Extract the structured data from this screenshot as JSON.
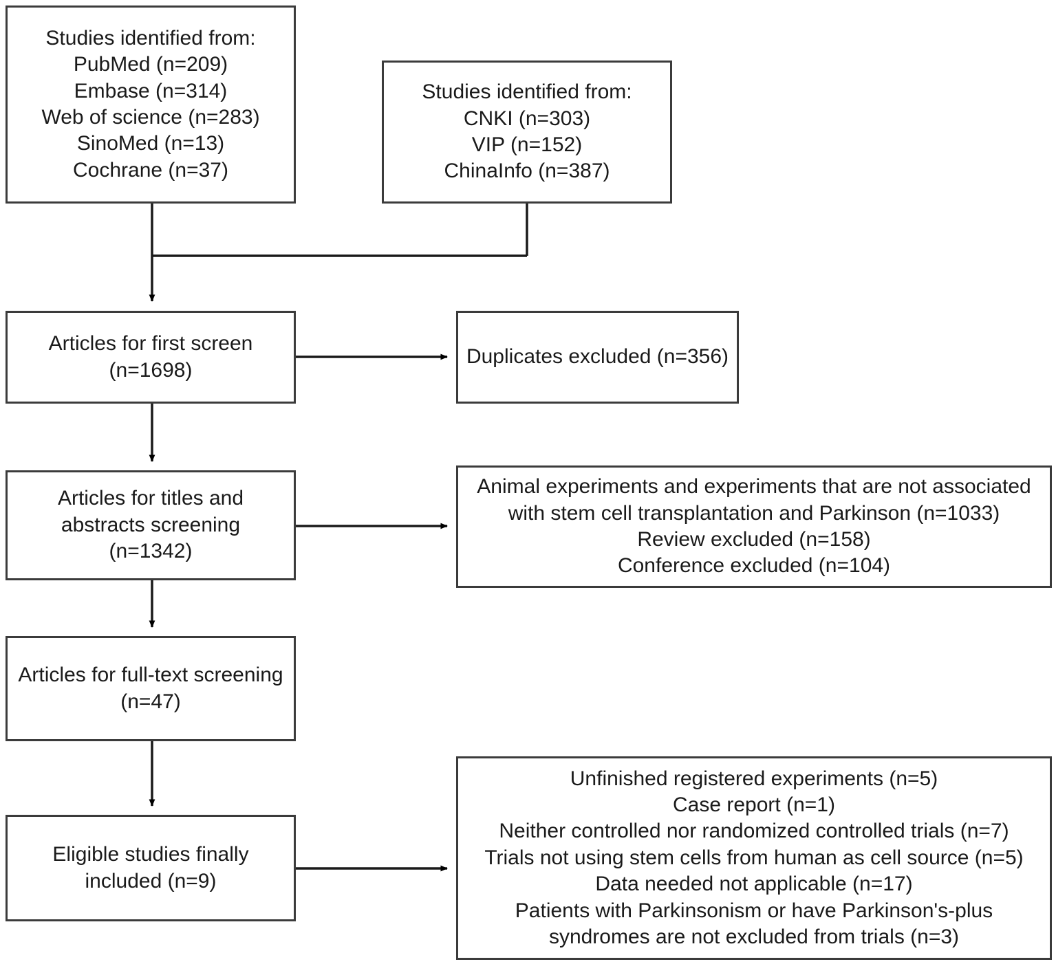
{
  "diagram": {
    "type": "prisma-flow-diagram",
    "colors": {
      "box_border": "#3b3b3b",
      "box_fill": "#ffffff",
      "text": "#1a1a1a",
      "connector": "#000000"
    }
  },
  "boxes": {
    "sources_international": {
      "name": "Studies identified from international databases",
      "header": "Studies identified from:",
      "entries": [
        {
          "source": "PubMed",
          "count": 209,
          "label": "PubMed (n=209)"
        },
        {
          "source": "Embase",
          "count": 314,
          "label": "Embase (n=314)"
        },
        {
          "source": "Web of science",
          "count": 283,
          "label": "Web of science (n=283)"
        },
        {
          "source": "SinoMed",
          "count": 13,
          "label": "SinoMed (n=13)"
        },
        {
          "source": "Cochrane",
          "count": 37,
          "label": "Cochrane (n=37)"
        }
      ],
      "text": "Studies identified from:\nPubMed (n=209)\nEmbase (n=314)\nWeb of science (n=283)\nSinoMed (n=13)\nCochrane (n=37)"
    },
    "sources_chinese": {
      "name": "Studies identified from Chinese databases",
      "header": "Studies identified from:",
      "entries": [
        {
          "source": "CNKI",
          "count": 303,
          "label": "CNKI (n=303)"
        },
        {
          "source": "VIP",
          "count": 152,
          "label": "VIP (n=152)"
        },
        {
          "source": "ChinaInfo",
          "count": 387,
          "label": "ChinaInfo (n=387)"
        }
      ],
      "text": "Studies identified from:\nCNKI (n=303)\nVIP (n=152)\nChinaInfo (n=387)"
    },
    "first_screen": {
      "name": "Articles for first screen",
      "count": 1698,
      "text": "Articles for first screen\n(n=1698)"
    },
    "duplicates_excluded": {
      "name": "Duplicates excluded",
      "count": 356,
      "text": "Duplicates excluded (n=356)"
    },
    "titles_abstracts": {
      "name": "Articles for titles and abstracts screening",
      "count": 1342,
      "text": "Articles for titles and\nabstracts screening\n(n=1342)"
    },
    "excluded_titles_abstracts": {
      "name": "Exclusions at title and abstract screening",
      "reasons": [
        {
          "reason": "Animal experiments and experiments that are not associated with stem cell transplantation and Parkinson",
          "count": 1033
        },
        {
          "reason": "Review excluded",
          "count": 158
        },
        {
          "reason": "Conference excluded",
          "count": 104
        }
      ],
      "text": "Animal experiments and experiments that are not associated\nwith stem cell transplantation and Parkinson (n=1033)\nReview excluded (n=158)\nConference excluded (n=104)"
    },
    "full_text": {
      "name": "Articles for full-text screening",
      "count": 47,
      "text": "Articles for full-text screening\n(n=47)"
    },
    "eligible": {
      "name": "Eligible studies finally included",
      "count": 9,
      "text": "Eligible studies finally\nincluded (n=9)"
    },
    "excluded_full_text": {
      "name": "Exclusions at full-text screening",
      "reasons": [
        {
          "reason": "Unfinished registered experiments",
          "count": 5
        },
        {
          "reason": "Case report",
          "count": 1
        },
        {
          "reason": "Neither controlled nor randomized controlled trials",
          "count": 7
        },
        {
          "reason": "Trials not using stem cells from human as cell source",
          "count": 5
        },
        {
          "reason": "Data needed not applicable",
          "count": 17
        },
        {
          "reason": "Patients with Parkinsonism or have Parkinson's-plus syndromes are not excluded from trials",
          "count": 3
        }
      ],
      "text": "Unfinished registered experiments (n=5)\nCase report (n=1)\nNeither controlled nor randomized controlled trials (n=7)\nTrials not using stem cells from human as cell source (n=5)\nData needed not applicable (n=17)\nPatients with Parkinsonism or have Parkinson's-plus\nsyndromes are not excluded from trials (n=3)"
    }
  },
  "connectors": [
    {
      "name": "sources-to-first-screen",
      "from": "sources_international",
      "to": "first_screen",
      "kind": "elbow-merge-arrow"
    },
    {
      "name": "chinese-sources-merge",
      "from": "sources_chinese",
      "to": "first_screen",
      "kind": "elbow"
    },
    {
      "name": "first-screen-to-duplicates",
      "from": "first_screen",
      "to": "duplicates_excluded",
      "kind": "horizontal-arrow"
    },
    {
      "name": "first-screen-to-titles",
      "from": "first_screen",
      "to": "titles_abstracts",
      "kind": "vertical-arrow"
    },
    {
      "name": "titles-to-exclusions",
      "from": "titles_abstracts",
      "to": "excluded_titles_abstracts",
      "kind": "horizontal-arrow"
    },
    {
      "name": "titles-to-fulltext",
      "from": "titles_abstracts",
      "to": "full_text",
      "kind": "vertical-arrow"
    },
    {
      "name": "fulltext-to-eligible",
      "from": "full_text",
      "to": "eligible",
      "kind": "vertical-arrow"
    },
    {
      "name": "eligible-to-exclusions",
      "from": "eligible",
      "to": "excluded_full_text",
      "kind": "horizontal-arrow"
    }
  ]
}
